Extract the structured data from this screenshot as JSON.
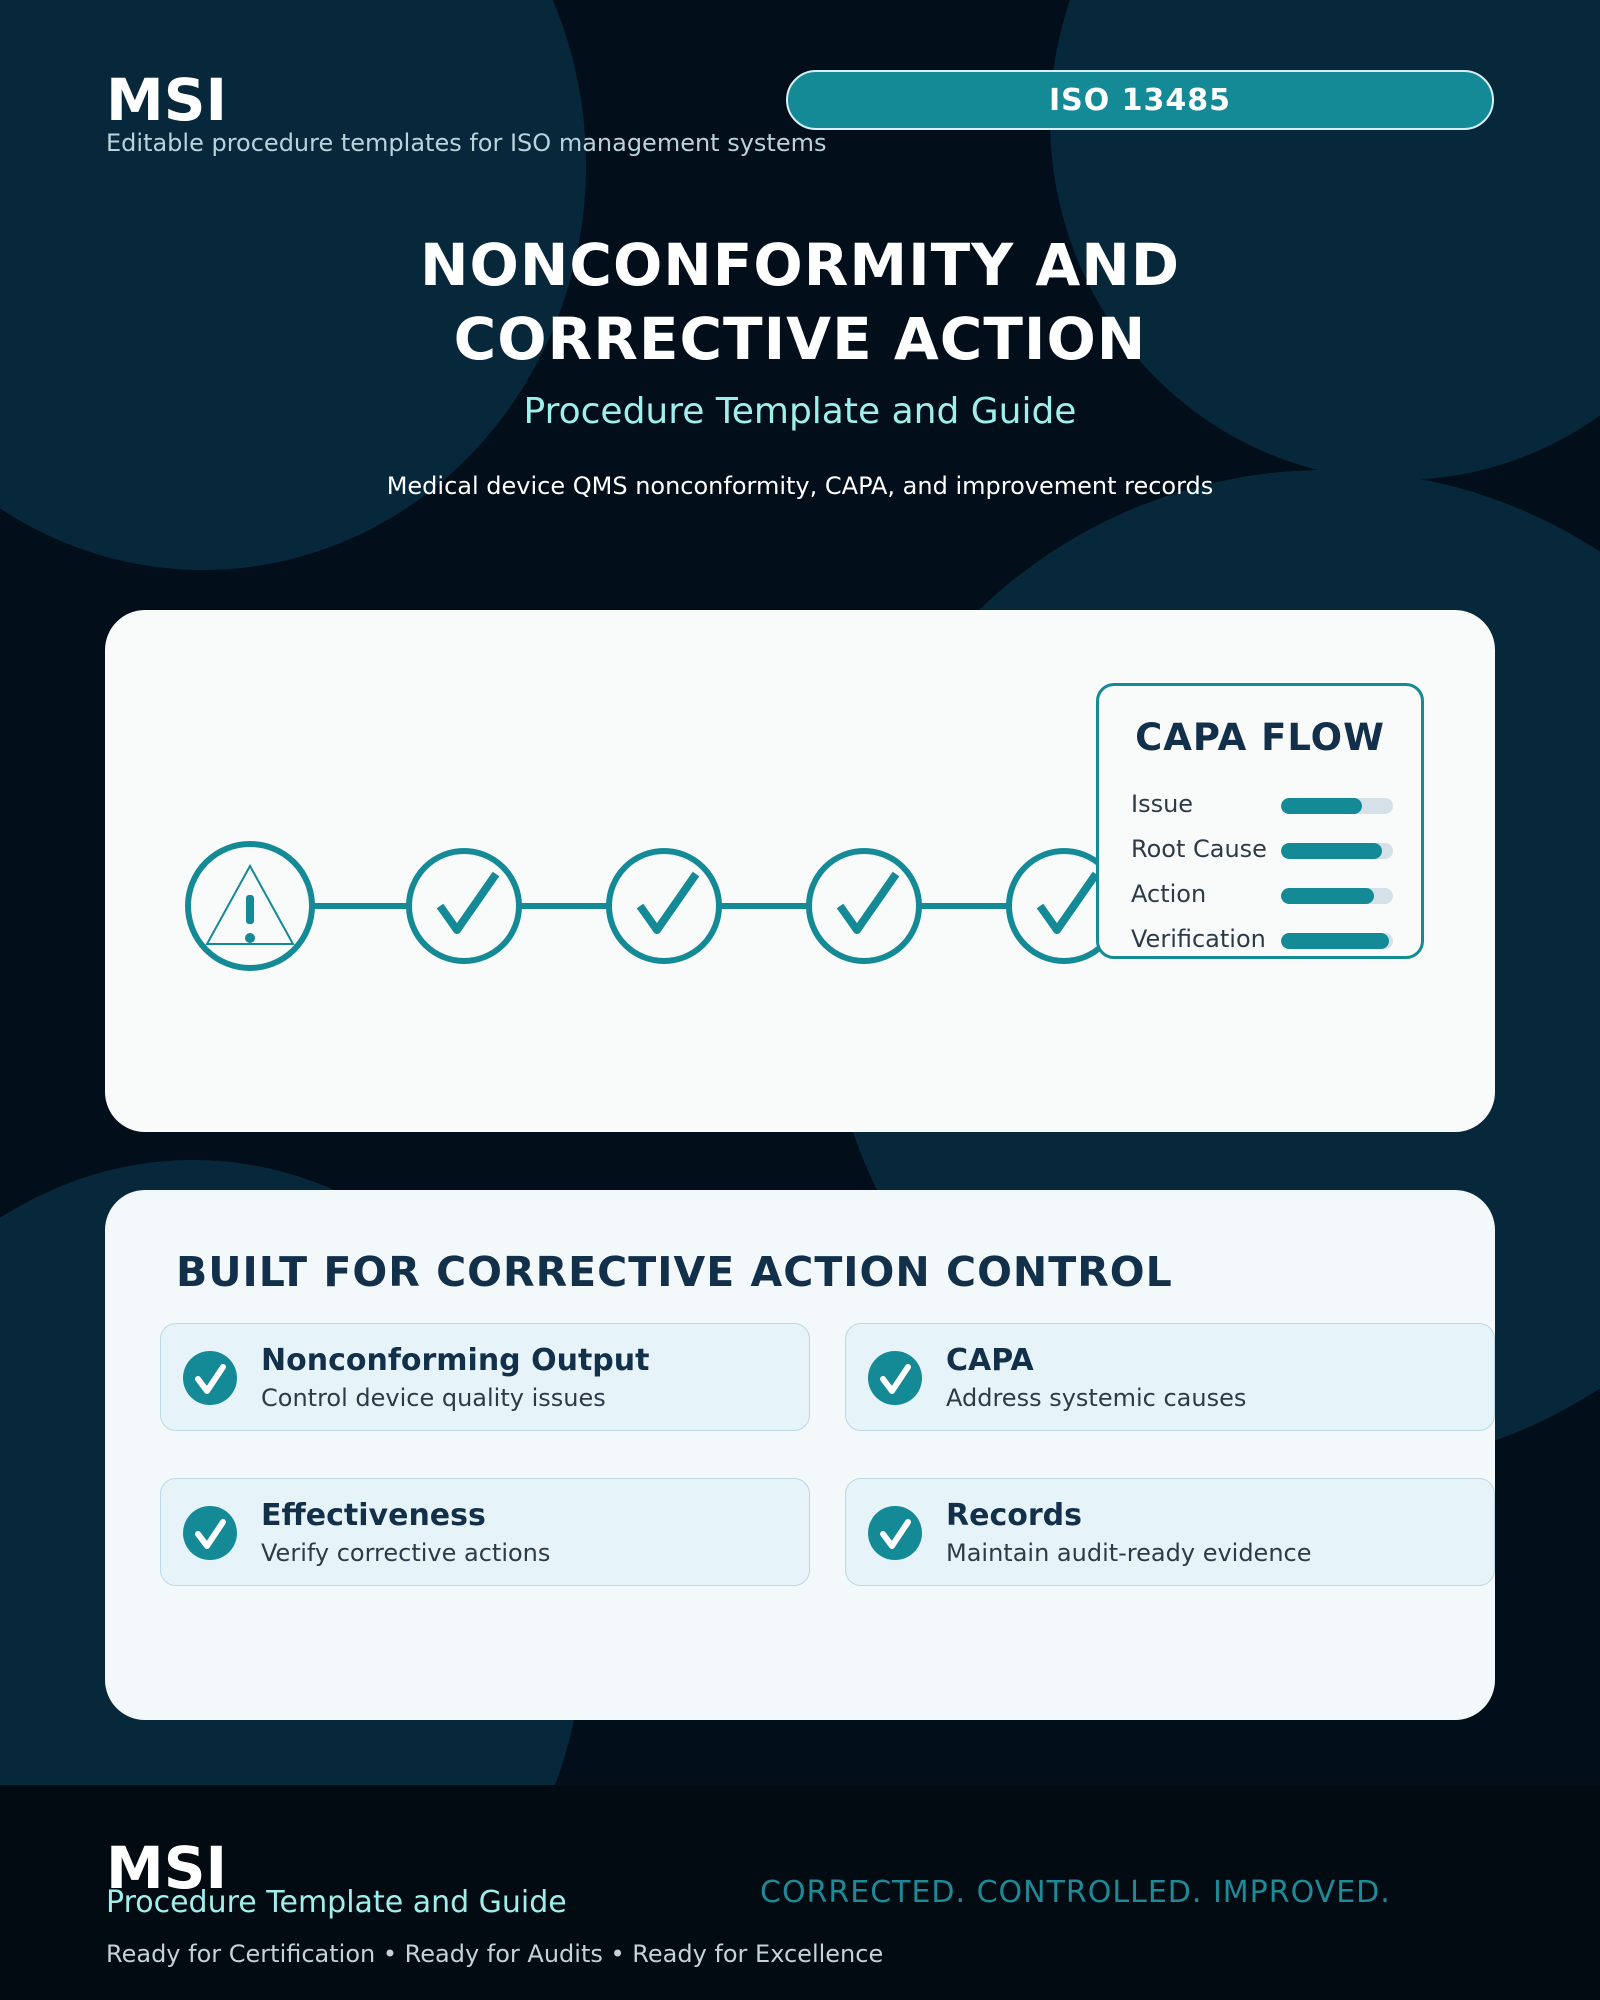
{
  "header": {
    "brand": "MSI",
    "tagline": "Editable procedure templates for ISO management systems",
    "badge": "ISO 13485"
  },
  "hero": {
    "title_line1": "NONCONFORMITY AND",
    "title_line2": "CORRECTIVE ACTION",
    "subtitle": "Procedure Template and Guide",
    "description": "Medical device QMS nonconformity, CAPA, and improvement records"
  },
  "flow": {
    "icons": [
      "warning-triangle-icon",
      "check-circle-icon",
      "check-circle-icon",
      "check-circle-icon",
      "check-circle-icon"
    ],
    "capa_panel": {
      "title": "CAPA FLOW",
      "rows": [
        {
          "label": "Issue",
          "progress": 0.72
        },
        {
          "label": "Root Cause",
          "progress": 0.9
        },
        {
          "label": "Action",
          "progress": 0.83
        },
        {
          "label": "Verification",
          "progress": 0.96
        }
      ]
    }
  },
  "features": {
    "title": "BUILT FOR CORRECTIVE ACTION CONTROL",
    "items": [
      {
        "title": "Nonconforming Output",
        "text": "Control device quality issues",
        "icon": "check-icon"
      },
      {
        "title": "CAPA",
        "text": "Address systemic causes",
        "icon": "check-icon"
      },
      {
        "title": "Effectiveness",
        "text": "Verify corrective actions",
        "icon": "check-icon"
      },
      {
        "title": "Records",
        "text": "Maintain audit-ready evidence",
        "icon": "check-icon"
      }
    ]
  },
  "footer": {
    "brand": "MSI",
    "subtitle": "Procedure Template and Guide",
    "slogan": "CORRECTED. CONTROLLED. IMPROVED.",
    "ready": "Ready for Certification • Ready for Audits • Ready for Excellence"
  },
  "colors": {
    "background": "#020f1a",
    "accent": "#148a96",
    "heading": "#13304a",
    "subtitle": "#9ff0ec"
  }
}
